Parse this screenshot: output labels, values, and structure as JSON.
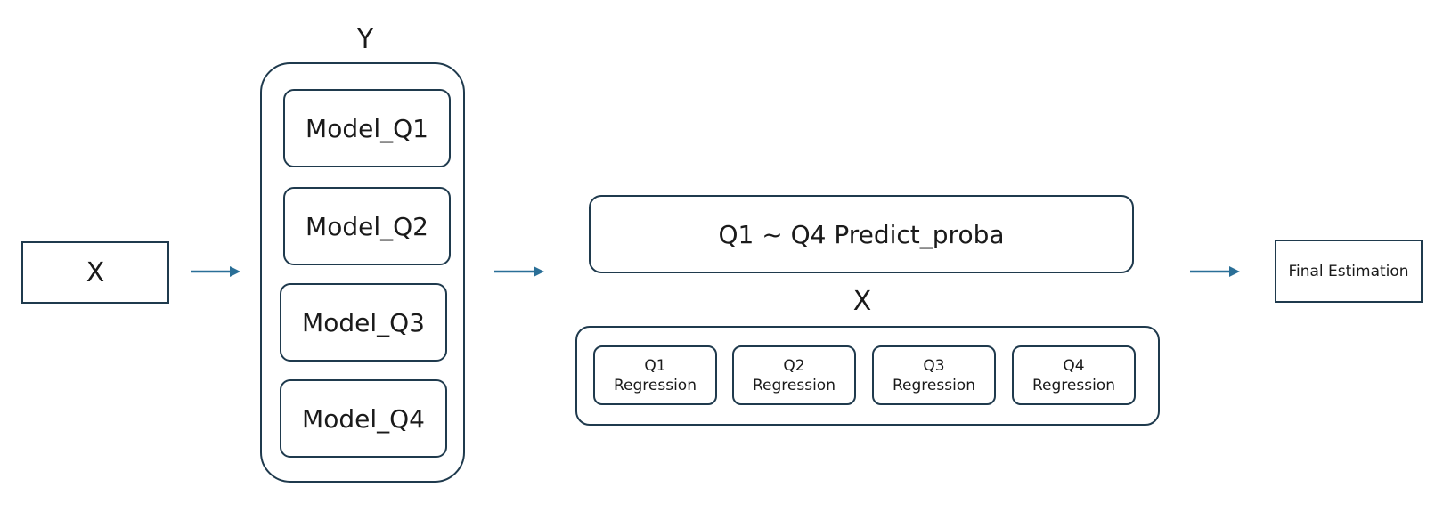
{
  "input": {
    "label": "X"
  },
  "model_group": {
    "label": "Y",
    "models": [
      "Model_Q1",
      "Model_Q2",
      "Model_Q3",
      "Model_Q4"
    ]
  },
  "proba": {
    "label": "Q1 ~ Q4 Predict_proba"
  },
  "regression_group": {
    "label": "X",
    "items": [
      {
        "q": "Q1",
        "name": "Regression"
      },
      {
        "q": "Q2",
        "name": "Regression"
      },
      {
        "q": "Q3",
        "name": "Regression"
      },
      {
        "q": "Q4",
        "name": "Regression"
      }
    ]
  },
  "final": {
    "label": "Final Estimation"
  },
  "colors": {
    "border": "#1f3a4d",
    "arrow": "#2a6f97"
  }
}
